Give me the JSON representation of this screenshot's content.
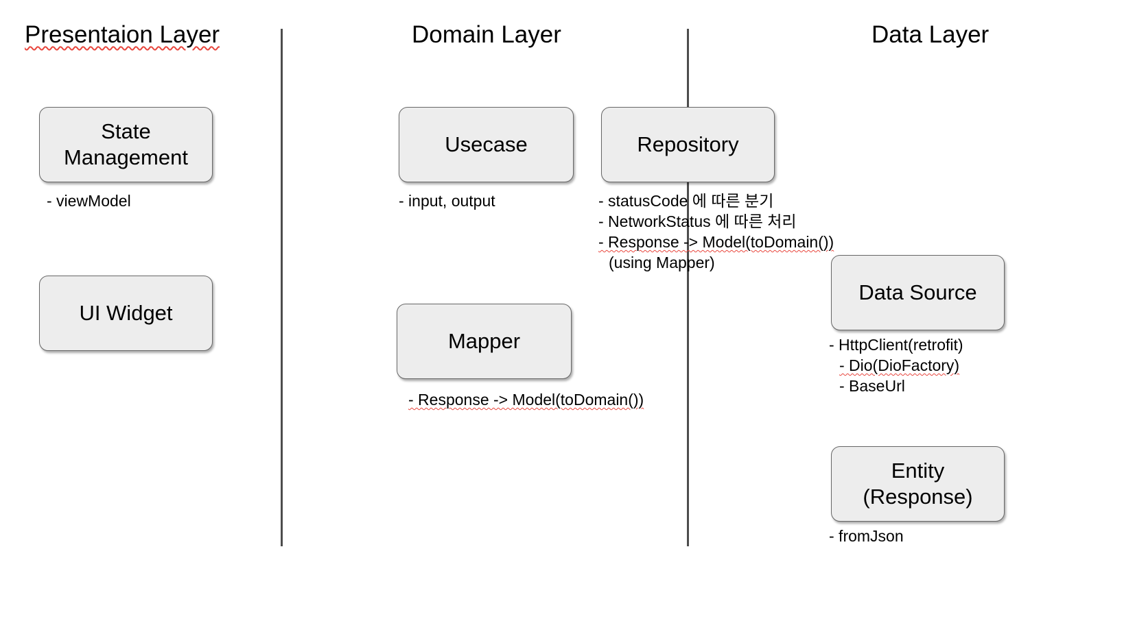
{
  "diagram": {
    "title": "Clean Architecture Layers",
    "background_color": "#ffffff",
    "node_fill": "#ededed",
    "node_border": "#666666",
    "divider_color": "#4d4d4d",
    "spellcheck_color": "#e8453c"
  },
  "layers": [
    {
      "id": "presentation",
      "title": "Presentaion Layer",
      "spellcheck": true
    },
    {
      "id": "domain",
      "title": "Domain Layer",
      "spellcheck": false
    },
    {
      "id": "data",
      "title": "Data Layer",
      "spellcheck": false
    }
  ],
  "nodes": [
    {
      "id": "state-management",
      "label": "State\nManagement"
    },
    {
      "id": "ui-widget",
      "label": "UI Widget"
    },
    {
      "id": "usecase",
      "label": "Usecase"
    },
    {
      "id": "mapper",
      "label": "Mapper"
    },
    {
      "id": "repository",
      "label": "Repository"
    },
    {
      "id": "data-source",
      "label": "Data Source"
    },
    {
      "id": "entity",
      "label": "Entity\n(Response)"
    }
  ],
  "annotations": {
    "state_management": [
      {
        "text": "- viewModel",
        "indent": false,
        "spellcheck": false
      }
    ],
    "usecase": [
      {
        "text": "- input, output",
        "indent": false,
        "spellcheck": false
      }
    ],
    "repository": [
      {
        "text": "- statusCode 에 따른 분기",
        "indent": false,
        "spellcheck": false
      },
      {
        "text": "- NetworkStatus 에 따른 처리",
        "indent": false,
        "spellcheck": false
      },
      {
        "text": "- Response -> Model(toDomain())",
        "indent": false,
        "spellcheck": true
      },
      {
        "text": "(using Mapper)",
        "indent": true,
        "spellcheck": false
      }
    ],
    "mapper": [
      {
        "text": "- Response -> Model(toDomain())",
        "indent": false,
        "spellcheck": true
      }
    ],
    "data_source": [
      {
        "text": "- HttpClient(retrofit)",
        "indent": false,
        "spellcheck": false
      },
      {
        "text": "- Dio(DioFactory)",
        "indent": true,
        "spellcheck": true
      },
      {
        "text": "- BaseUrl",
        "indent": true,
        "spellcheck": false
      }
    ],
    "entity": [
      {
        "text": "- fromJson",
        "indent": false,
        "spellcheck": false
      }
    ]
  }
}
